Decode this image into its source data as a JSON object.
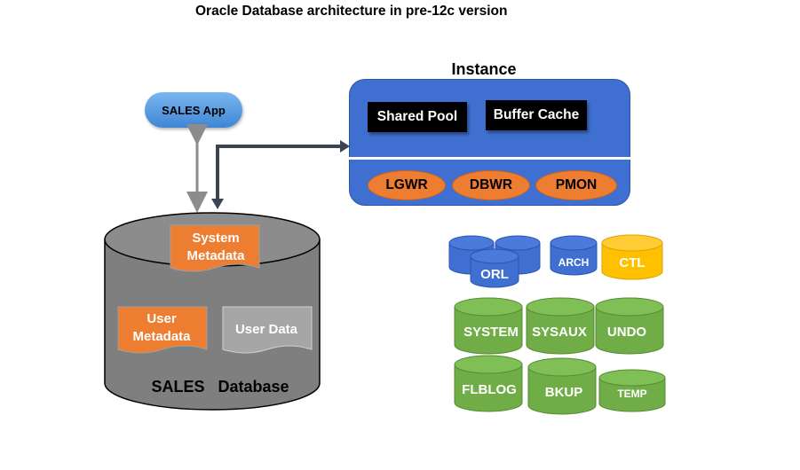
{
  "title": "Oracle Database architecture in pre-12c version",
  "instance": {
    "title": "Instance",
    "memory": [
      "Shared Pool",
      "Buffer Cache"
    ],
    "processes": [
      "LGWR",
      "DBWR",
      "PMON"
    ]
  },
  "app": {
    "label": "SALES App"
  },
  "database": {
    "label": "SALES   Database",
    "system_metadata": "System\nMetadata",
    "user_metadata": "User\nMetadata",
    "user_data": "User Data"
  },
  "files": {
    "orl": "ORL",
    "arch": "ARCH",
    "ctl": "CTL",
    "system": "SYSTEM",
    "sysaux": "SYSAUX",
    "undo": "UNDO",
    "flblog": "FLBLOG",
    "bkup": "BKUP",
    "temp": "TEMP"
  },
  "colors": {
    "instance_blue": "#3f6fd0",
    "process_orange": "#ed7d31",
    "file_blue": "#3f6fd0",
    "ctl_yellow": "#ffc000",
    "tablespace_green": "#70ad47",
    "db_gray": "#7f7f7f"
  }
}
